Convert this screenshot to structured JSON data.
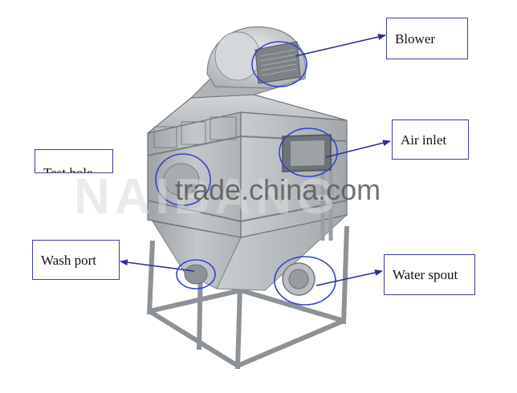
{
  "labels": {
    "blower": "Blower",
    "air_inlet": "Air inlet",
    "test_hole": "Test hole",
    "wash_port": "Wash port",
    "water_spout": "Water spout"
  },
  "watermark": {
    "site": "trade.china.com",
    "brand": "NAIBANG"
  },
  "colors": {
    "callout_border": "#3a3f9a",
    "arrow": "#2a2f9a",
    "highlight_ring": "#3344cc",
    "metal_light": "#b8bcbf",
    "metal_dark": "#8a8f93"
  }
}
